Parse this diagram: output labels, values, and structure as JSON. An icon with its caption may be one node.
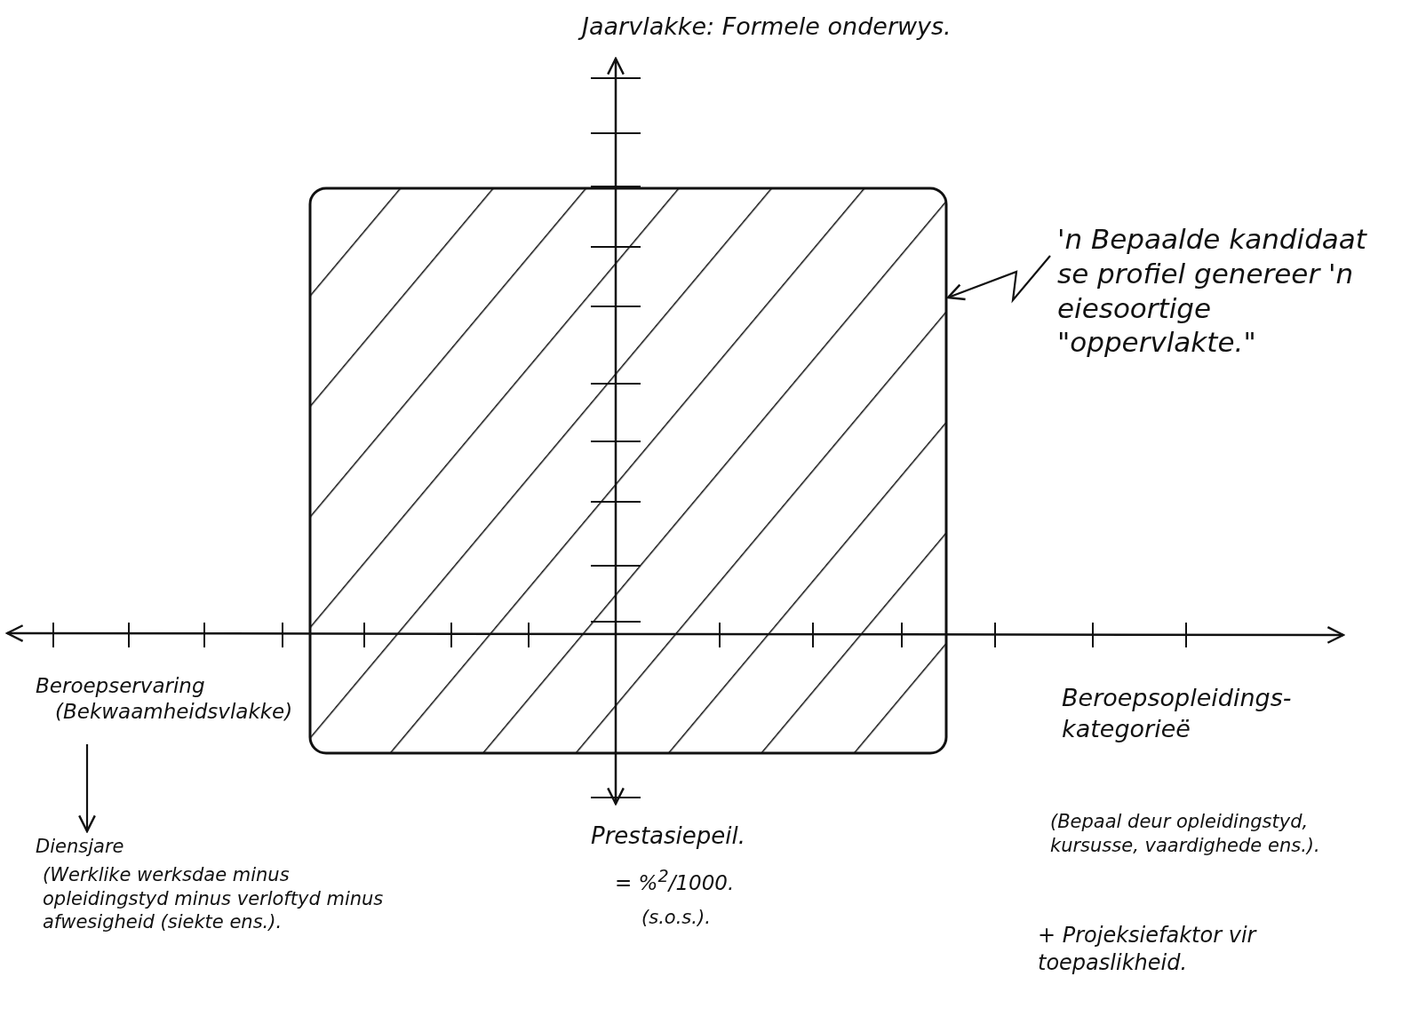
{
  "diagram": {
    "nodes": [
      {
        "text": [],
        "shape": "box"
      },
      {
        "text": [
          "'n Bepaalde kandidaat se profiel genereer 'n eiesoortige \"oppervlakte.\""
        ]
      },
      {
        "text": [
          "Beroepservaring",
          "(Bekwaamheidsvlakke)"
        ]
      },
      {
        "text": [
          "Diensjare",
          "(Werklike werksdae minus opleidingstyd minus verloftyd minus afwesigheid (siekte ens.)."
        ]
      }
    ],
    "edges": [
      {
        "from": 1,
        "to": 0,
        "arrow": "to"
      },
      {
        "from": 2,
        "to": 3,
        "arrow": "to"
      }
    ],
    "labels": [
      "Jaarvlakke: Formele onderwys.",
      "Beroepsopleidings- kategorieë",
      "Prestasiepeil.",
      "= %$^{2}$/1000.",
      "(s.o.s.).",
      "(Bepaal deur opleidingstyd, kursusse, vaardighede ens.).",
      "+ Projeksiefaktor vir toepaslikheid."
    ]
  }
}
